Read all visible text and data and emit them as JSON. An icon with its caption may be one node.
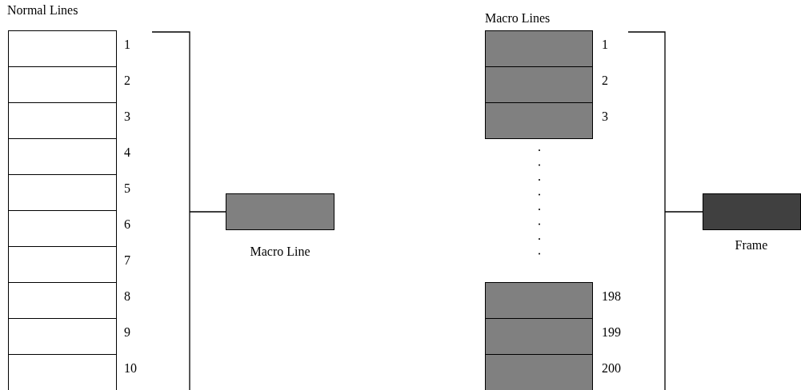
{
  "diagram": {
    "nodes": [
      {
        "text": [],
        "shape": "box",
        "beside": [
          "1"
        ]
      },
      {
        "text": [],
        "shape": "box",
        "beside": [
          "2"
        ]
      },
      {
        "text": [],
        "shape": "box",
        "beside": [
          "3"
        ]
      },
      {
        "text": [],
        "shape": "box",
        "beside": [
          "4"
        ]
      },
      {
        "text": [],
        "shape": "box",
        "beside": [
          "5"
        ]
      },
      {
        "text": [],
        "shape": "box",
        "beside": [
          "6"
        ]
      },
      {
        "text": [],
        "shape": "box",
        "beside": [
          "7"
        ]
      },
      {
        "text": [],
        "shape": "box",
        "beside": [
          "8"
        ]
      },
      {
        "text": [],
        "shape": "box",
        "beside": [
          "9"
        ]
      },
      {
        "text": [],
        "shape": "box",
        "beside": [
          "10"
        ]
      },
      {
        "text": [],
        "shape": "box",
        "beside": [
          "Macro Line"
        ]
      },
      {
        "text": [],
        "shape": "box",
        "beside": [
          "1"
        ]
      },
      {
        "text": [],
        "shape": "box",
        "beside": [
          "2"
        ]
      },
      {
        "text": [],
        "shape": "box",
        "beside": [
          "3"
        ]
      },
      {
        "text": [],
        "shape": "box",
        "beside": [
          "198"
        ]
      },
      {
        "text": [],
        "shape": "box",
        "beside": [
          "199"
        ]
      },
      {
        "text": [],
        "shape": "box",
        "beside": [
          "200"
        ]
      },
      {
        "text": [],
        "shape": "box",
        "beside": [
          "Frame"
        ]
      }
    ],
    "labels": [
      "Normal Lines",
      "Macro Lines",
      "........"
    ]
  }
}
